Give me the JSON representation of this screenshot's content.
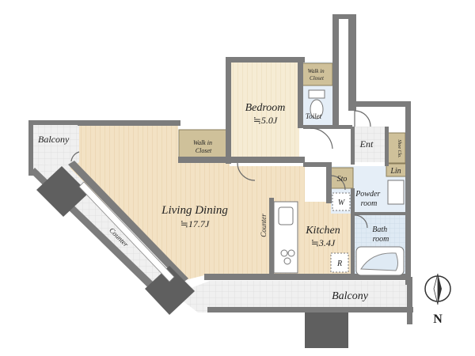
{
  "rooms": {
    "balcony_top_left": "Balcony",
    "walk_in_closet_living": "Walk in\nCloset",
    "bedroom": "Bedroom",
    "bedroom_area": "≒5.0J",
    "walk_in_closet_bedroom": "Walk in\nCloset",
    "toilet": "Toilet",
    "entrance": "Ent",
    "shoe_closet": "Shoe Clo.",
    "storage": "Sto",
    "linen": "Lin",
    "powder_room": "Powder\nroom",
    "washer": "W",
    "living_dining": "Living Dining",
    "living_dining_area": "≒17.7J",
    "kitchen": "Kitchen",
    "kitchen_area": "≒3.4J",
    "counter_kitchen": "Counter",
    "counter_window": "Counter",
    "bath_room": "Bath\nroom",
    "refrigerator": "R",
    "balcony_bottom": "Balcony"
  },
  "compass": {
    "label": "N"
  },
  "colors": {
    "wall": "#7c7c7c",
    "floor_wood": "#f3e2c4",
    "closet": "#cfc19a",
    "wet_area": "#dce9f5",
    "tile": "#ececec"
  }
}
